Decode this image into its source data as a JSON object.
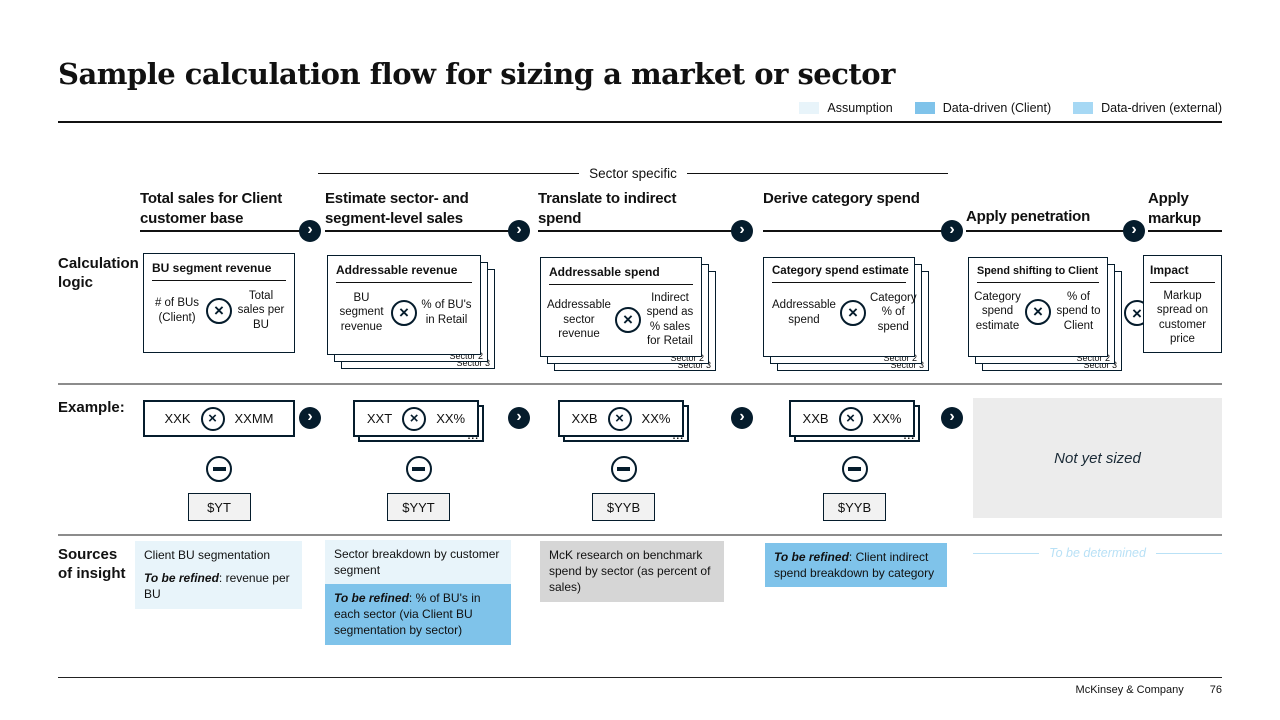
{
  "slide": {
    "title": "Sample calculation flow for sizing a market or sector",
    "footer": {
      "company": "McKinsey & Company",
      "page": "76"
    }
  },
  "legend": [
    {
      "label": "Assumption",
      "color": "#e8f4fa"
    },
    {
      "label": "Data-driven (Client)",
      "color": "#7fc3ea"
    },
    {
      "label": "Data-driven (external)",
      "color": "#a6d8f4"
    }
  ],
  "bracket": {
    "label": "Sector specific"
  },
  "steps": [
    {
      "label": "Total sales for Client customer base"
    },
    {
      "label": "Estimate sector- and segment-level sales"
    },
    {
      "label": "Translate to indirect spend"
    },
    {
      "label": "Derive category spend"
    },
    {
      "label": "Apply penetration"
    },
    {
      "label": "Apply markup"
    }
  ],
  "row_labels": {
    "calc": "Calculation logic",
    "example": "Example:",
    "sources": "Sources of insight"
  },
  "stack_labels": {
    "sector2": "Sector 2",
    "sector3": "Sector 3",
    "more": "..."
  },
  "icons": {
    "multiply": "×",
    "chevron": "›"
  },
  "calc_boxes": [
    {
      "title": "BU segment revenue",
      "left": "# of BUs (Client)",
      "right": "Total sales per BU"
    },
    {
      "title": "Addressable revenue",
      "left": "BU segment revenue",
      "right": "% of BU's in Retail"
    },
    {
      "title": "Addressable spend",
      "left": "Addressable sector revenue",
      "right": "Indirect spend as % sales for Retail"
    },
    {
      "title": "Category spend estimate",
      "left": "Addressable spend",
      "right": "Category % of spend"
    },
    {
      "title": "Spend shifting to Client",
      "left": "Category spend estimate",
      "right": "% of spend to Client"
    }
  ],
  "impact_box": {
    "title": "Impact",
    "body": "Markup spread on customer price"
  },
  "examples": [
    {
      "left": "XXK",
      "right": "XXMM",
      "result": "$YT"
    },
    {
      "left": "XXT",
      "right": "XX%",
      "result": "$YYT"
    },
    {
      "left": "XXB",
      "right": "XX%",
      "result": "$YYB"
    },
    {
      "left": "XXB",
      "right": "XX%",
      "result": "$YYB"
    }
  ],
  "not_yet_sized": "Not yet sized",
  "sources": {
    "s1": {
      "line1": "Client BU segmentation",
      "refined_label": "To be refined",
      "refined_rest": ": revenue per BU"
    },
    "s2a": {
      "text": "Sector breakdown by customer segment"
    },
    "s2b": {
      "refined_label": "To be refined",
      "refined_rest": ": % of BU's in each sector (via Client BU segmentation by sector)"
    },
    "s3": {
      "text": "McK research on benchmark spend by sector (as percent of sales)"
    },
    "s4": {
      "refined_label": "To be refined",
      "refined_rest": ": Client indirect spend breakdown by category"
    },
    "s5": {
      "text": "To be determined"
    }
  },
  "colors": {
    "navy": "#051c2c",
    "assumption": "#e8f4fa",
    "client": "#7fc3ea",
    "external": "#a6d8f4",
    "gray_box": "#d6d6d6",
    "panel_gray": "#ececec"
  }
}
